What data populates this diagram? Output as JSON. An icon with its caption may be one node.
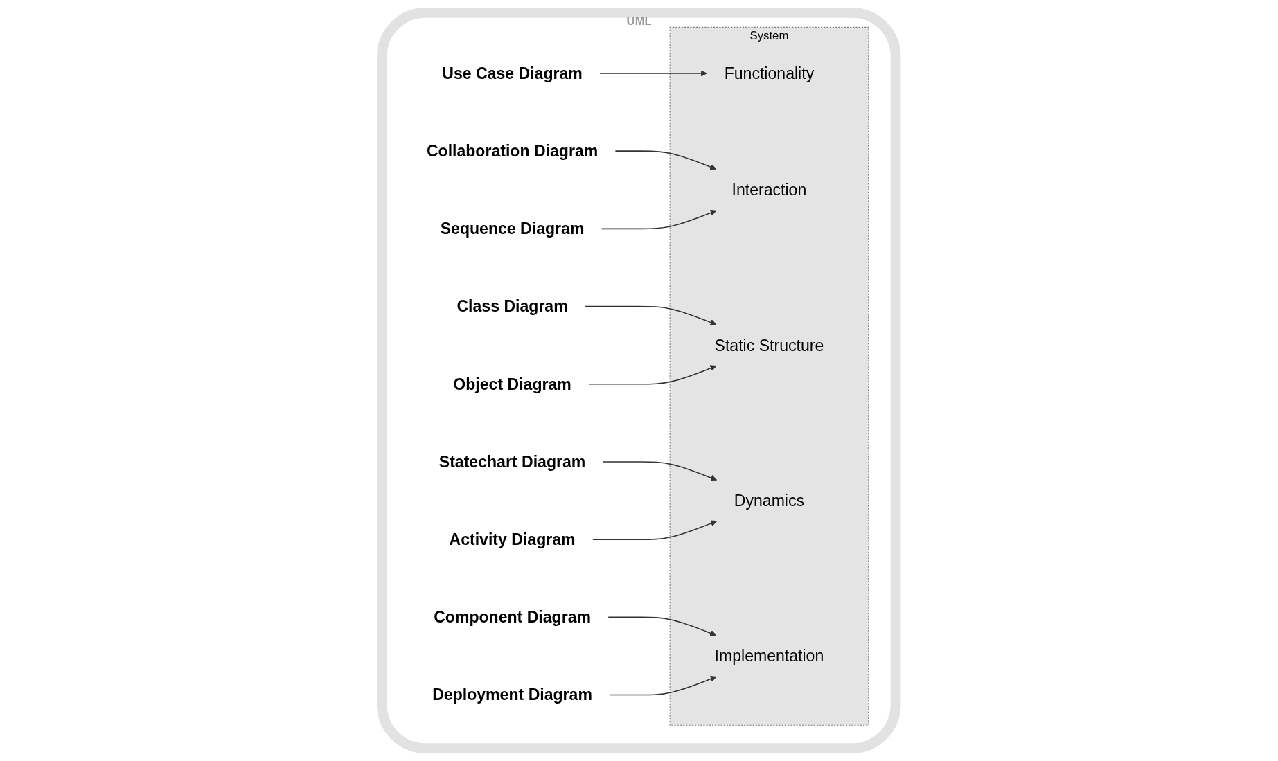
{
  "diagram": {
    "nodes": [
      {
        "text": [
          "UML"
        ]
      },
      {
        "text": [
          "Use Case Diagram"
        ],
        "in": 0
      },
      {
        "text": [
          "Collaboration Diagram"
        ],
        "in": 0
      },
      {
        "text": [
          "Sequence Diagram"
        ],
        "in": 0
      },
      {
        "text": [
          "Class Diagram"
        ],
        "in": 0
      },
      {
        "text": [
          "System"
        ],
        "in": 0
      },
      {
        "text": [
          "Functionality"
        ],
        "in": 5
      },
      {
        "text": [
          "Interaction"
        ],
        "in": 5
      },
      {
        "text": [
          "Static Structure"
        ],
        "in": 5
      },
      {
        "text": [
          "Dynamics"
        ],
        "in": 5
      },
      {
        "text": [
          "Implementation"
        ],
        "in": 5
      },
      {
        "text": [
          "Statechart Diagram"
        ],
        "in": 0
      },
      {
        "text": [
          "Object Diagram"
        ],
        "in": 0
      },
      {
        "text": [
          "Activity Diagram"
        ],
        "in": 0
      },
      {
        "text": [
          "Component Diagram"
        ],
        "in": 0
      },
      {
        "text": [
          "Deployment Diagram"
        ],
        "in": 0
      }
    ],
    "edges": [
      {
        "from": 1,
        "to": 6,
        "arrow": "to"
      },
      {
        "from": 2,
        "to": 7,
        "arrow": "to"
      },
      {
        "from": 3,
        "to": 7,
        "arrow": "to"
      },
      {
        "from": 4,
        "to": 8,
        "arrow": "to"
      },
      {
        "from": 12,
        "to": 8,
        "arrow": "to"
      },
      {
        "from": 11,
        "to": 9,
        "arrow": "to"
      },
      {
        "from": 13,
        "to": 9,
        "arrow": "to"
      },
      {
        "from": 14,
        "to": 10,
        "arrow": "to"
      },
      {
        "from": 15,
        "to": 10,
        "arrow": "to"
      }
    ]
  }
}
